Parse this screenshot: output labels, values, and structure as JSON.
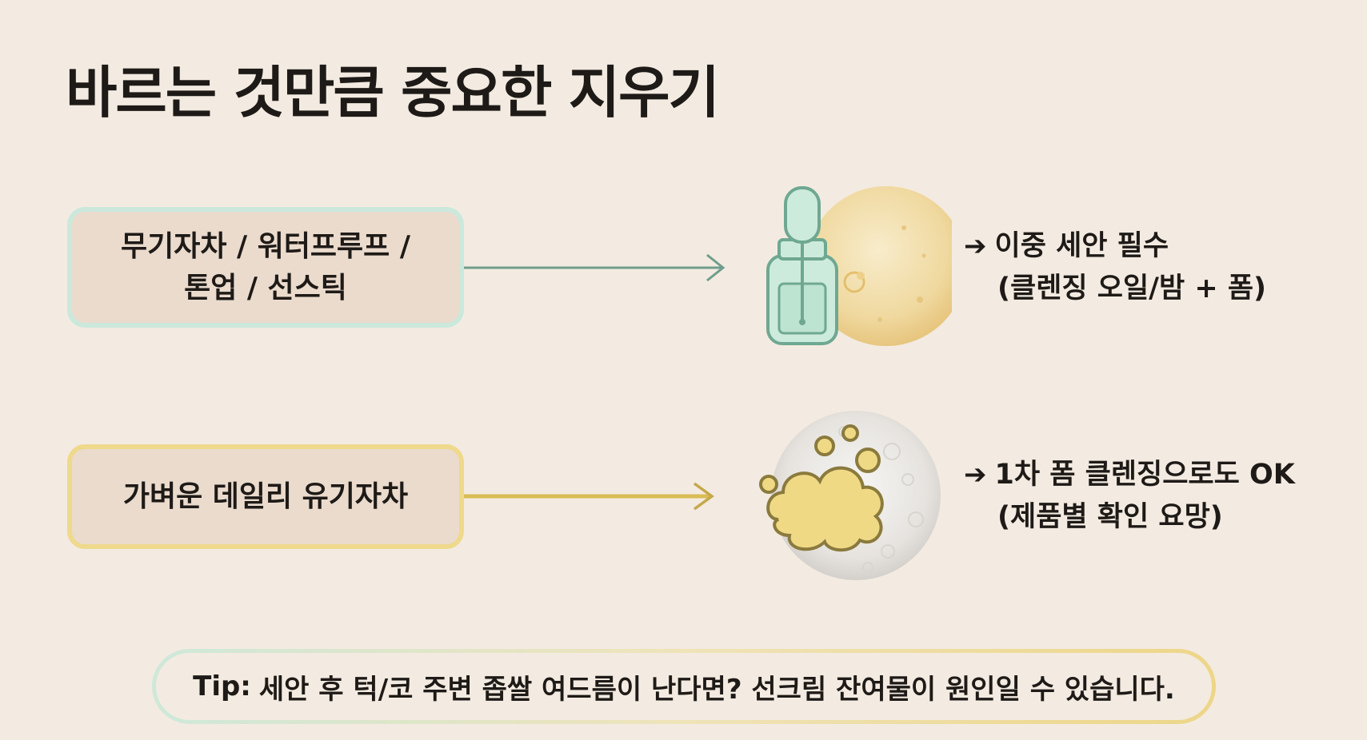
{
  "title": "바르는 것만큼 중요한 지우기",
  "rows": [
    {
      "product_lines": [
        "무기자차 / 워터프루프 /",
        "톤업 / 선스틱"
      ],
      "result_line1": "이중 세안 필수",
      "result_line2": "(클렌징 오일/밤 + 폼)",
      "icon": "dropper-bottle-oil-icon",
      "accent": "#cbe8dc"
    },
    {
      "product_lines": [
        "가벼운 데일리 유기자차"
      ],
      "result_line1": "1차 폼 클렌징으로도 OK",
      "result_line2": "(제품별 확인 요망)",
      "icon": "foam-bubbles-icon",
      "accent": "#eed98c"
    }
  ],
  "arrow_glyph": "➔",
  "tip": {
    "label": "Tip:",
    "text": "세안 후 턱/코 주변 좁쌀 여드름이 난다면? 선크림 잔여물이 원인일 수 있습니다."
  }
}
